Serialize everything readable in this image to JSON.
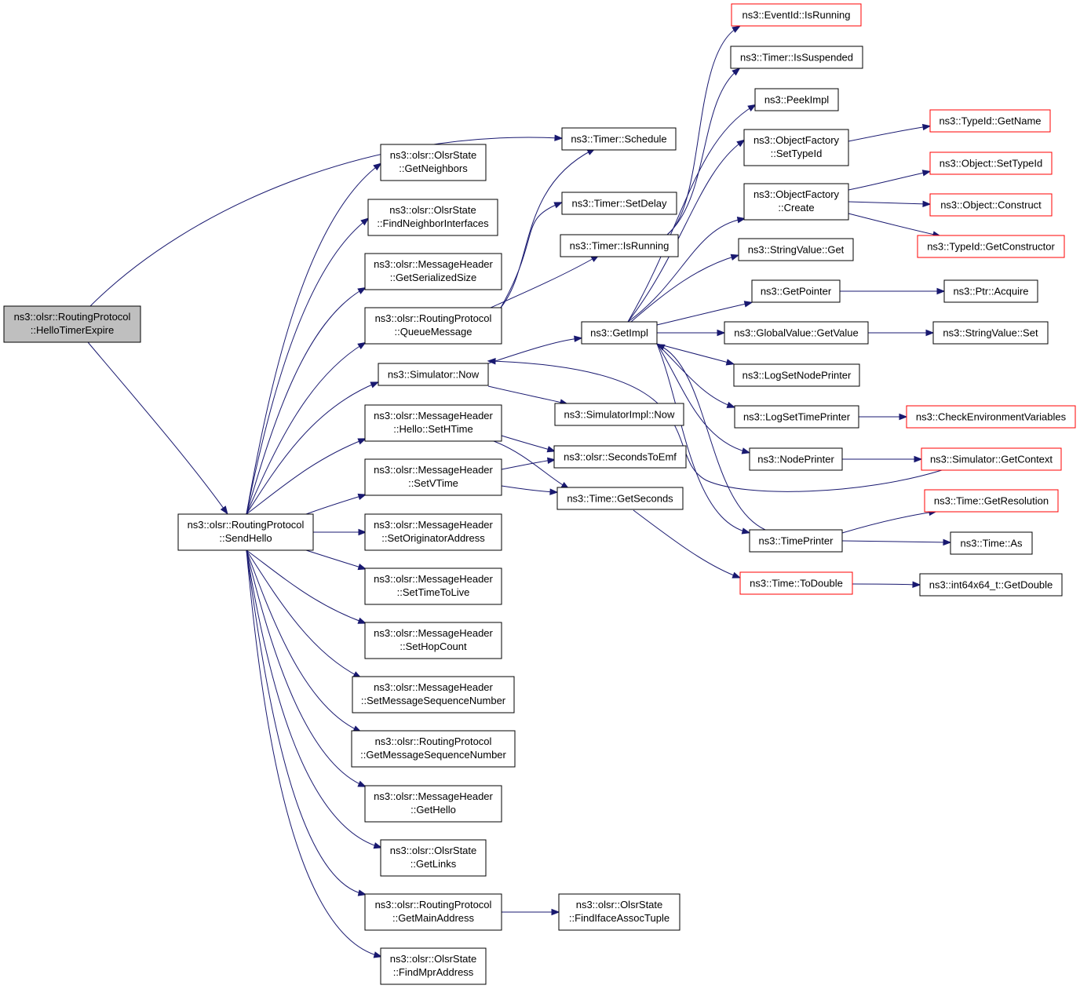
{
  "nodes": {
    "hello_timer_expire": [
      "ns3::olsr::RoutingProtocol",
      "::HelloTimerExpire"
    ],
    "send_hello": [
      "ns3::olsr::RoutingProtocol",
      "::SendHello"
    ],
    "timer_schedule": [
      "ns3::Timer::Schedule"
    ],
    "get_neighbors": [
      "ns3::olsr::OlsrState",
      "::GetNeighbors"
    ],
    "find_neighbor_interfaces": [
      "ns3::olsr::OlsrState",
      "::FindNeighborInterfaces"
    ],
    "get_serialized_size": [
      "ns3::olsr::MessageHeader",
      "::GetSerializedSize"
    ],
    "queue_message": [
      "ns3::olsr::RoutingProtocol",
      "::QueueMessage"
    ],
    "simulator_now": [
      "ns3::Simulator::Now"
    ],
    "hello_set_htime": [
      "ns3::olsr::MessageHeader",
      "::Hello::SetHTime"
    ],
    "set_vtime": [
      "ns3::olsr::MessageHeader",
      "::SetVTime"
    ],
    "set_originator_address": [
      "ns3::olsr::MessageHeader",
      "::SetOriginatorAddress"
    ],
    "set_time_to_live": [
      "ns3::olsr::MessageHeader",
      "::SetTimeToLive"
    ],
    "set_hop_count": [
      "ns3::olsr::MessageHeader",
      "::SetHopCount"
    ],
    "set_message_sequence_number": [
      "ns3::olsr::MessageHeader",
      "::SetMessageSequenceNumber"
    ],
    "get_message_sequence_number": [
      "ns3::olsr::RoutingProtocol",
      "::GetMessageSequenceNumber"
    ],
    "get_hello": [
      "ns3::olsr::MessageHeader",
      "::GetHello"
    ],
    "get_links": [
      "ns3::olsr::OlsrState",
      "::GetLinks"
    ],
    "get_main_address": [
      "ns3::olsr::RoutingProtocol",
      "::GetMainAddress"
    ],
    "find_mpr_address": [
      "ns3::olsr::OlsrState",
      "::FindMprAddress"
    ],
    "timer_set_delay": [
      "ns3::Timer::SetDelay"
    ],
    "timer_is_running": [
      "ns3::Timer::IsRunning"
    ],
    "simulator_impl_now": [
      "ns3::SimulatorImpl::Now"
    ],
    "seconds_to_emf": [
      "ns3::olsr::SecondsToEmf"
    ],
    "time_get_seconds": [
      "ns3::Time::GetSeconds"
    ],
    "find_iface_assoc_tuple": [
      "ns3::olsr::OlsrState",
      "::FindIfaceAssocTuple"
    ],
    "get_impl": [
      "ns3::GetImpl"
    ],
    "eventid_is_running": [
      "ns3::EventId::IsRunning"
    ],
    "timer_is_suspended": [
      "ns3::Timer::IsSuspended"
    ],
    "peek_impl": [
      "ns3::PeekImpl"
    ],
    "object_factory_set_type_id": [
      "ns3::ObjectFactory",
      "::SetTypeId"
    ],
    "object_factory_create": [
      "ns3::ObjectFactory",
      "::Create"
    ],
    "string_value_get": [
      "ns3::StringValue::Get"
    ],
    "get_pointer": [
      "ns3::GetPointer"
    ],
    "global_value_get_value": [
      "ns3::GlobalValue::GetValue"
    ],
    "log_set_node_printer": [
      "ns3::LogSetNodePrinter"
    ],
    "log_set_time_printer": [
      "ns3::LogSetTimePrinter"
    ],
    "node_printer": [
      "ns3::NodePrinter"
    ],
    "time_printer": [
      "ns3::TimePrinter"
    ],
    "time_to_double": [
      "ns3::Time::ToDouble"
    ],
    "typeid_get_name": [
      "ns3::TypeId::GetName"
    ],
    "object_set_type_id": [
      "ns3::Object::SetTypeId"
    ],
    "object_construct": [
      "ns3::Object::Construct"
    ],
    "typeid_get_constructor": [
      "ns3::TypeId::GetConstructor"
    ],
    "ptr_acquire": [
      "ns3::Ptr::Acquire"
    ],
    "string_value_set": [
      "ns3::StringValue::Set"
    ],
    "check_environment_variables": [
      "ns3::CheckEnvironmentVariables"
    ],
    "simulator_get_context": [
      "ns3::Simulator::GetContext"
    ],
    "time_get_resolution": [
      "ns3::Time::GetResolution"
    ],
    "time_as": [
      "ns3::Time::As"
    ],
    "int64x64_get_double": [
      "ns3::int64x64_t::GetDouble"
    ]
  },
  "colors": {
    "edge": "#191970",
    "root_fill": "#bfbfbf",
    "undocumented_border": "#ff0000",
    "node_border": "#000000"
  }
}
